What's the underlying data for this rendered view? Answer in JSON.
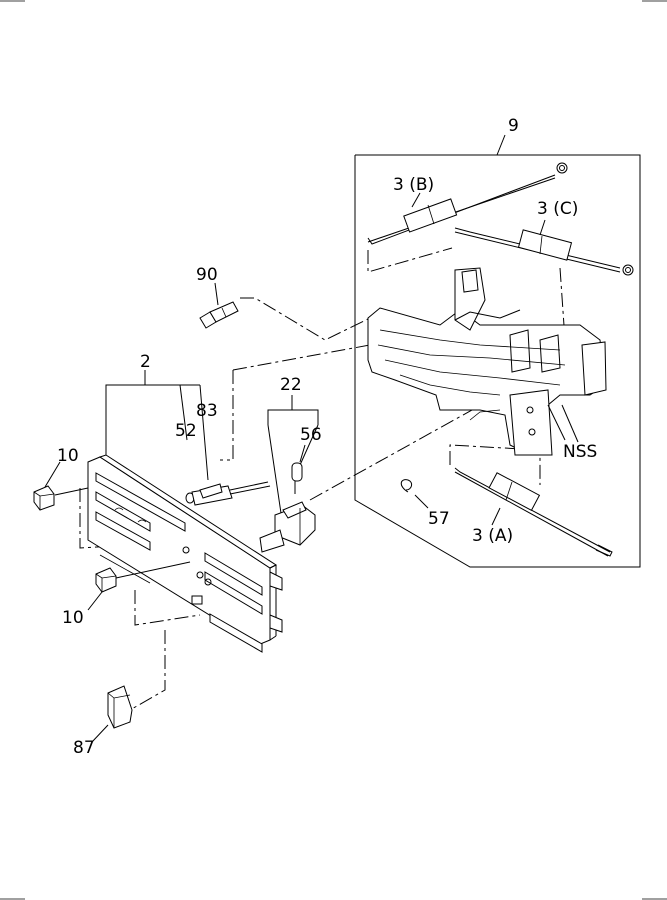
{
  "diagram": {
    "labels": {
      "p9": "9",
      "p3b": "3 (B)",
      "p3c": "3 (C)",
      "p90": "90",
      "p2": "2",
      "p22": "22",
      "p83": "83",
      "p52": "52",
      "p56": "56",
      "p10a": "10",
      "p10b": "10",
      "pnss": "NSS",
      "p57": "57",
      "p3a": "3 (A)",
      "p87": "87"
    }
  }
}
